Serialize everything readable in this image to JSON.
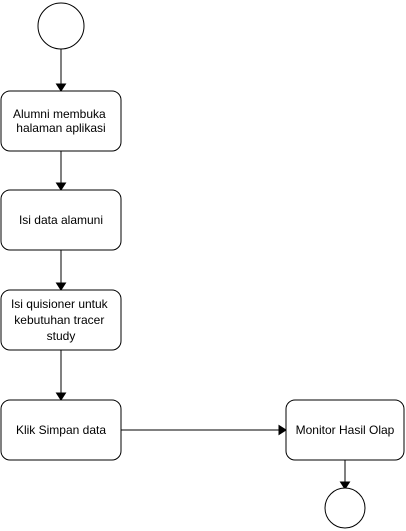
{
  "diagram": {
    "nodes": {
      "start": {
        "kind": "start-circle"
      },
      "step1": {
        "line1": "Alumni membuka",
        "line2": "halaman aplikasi"
      },
      "step2": {
        "line1": "Isi data alamuni"
      },
      "step3": {
        "line1": "Isi quisioner untuk",
        "line2": "kebutuhan tracer",
        "line3": "study"
      },
      "step4": {
        "line1": "Klik Simpan data"
      },
      "step5": {
        "line1": "Monitor Hasil Olap"
      },
      "end": {
        "kind": "end-circle"
      }
    },
    "edges": [
      {
        "from": "start",
        "to": "step1"
      },
      {
        "from": "step1",
        "to": "step2"
      },
      {
        "from": "step2",
        "to": "step3"
      },
      {
        "from": "step3",
        "to": "step4"
      },
      {
        "from": "step4",
        "to": "step5"
      },
      {
        "from": "step5",
        "to": "end"
      }
    ]
  }
}
